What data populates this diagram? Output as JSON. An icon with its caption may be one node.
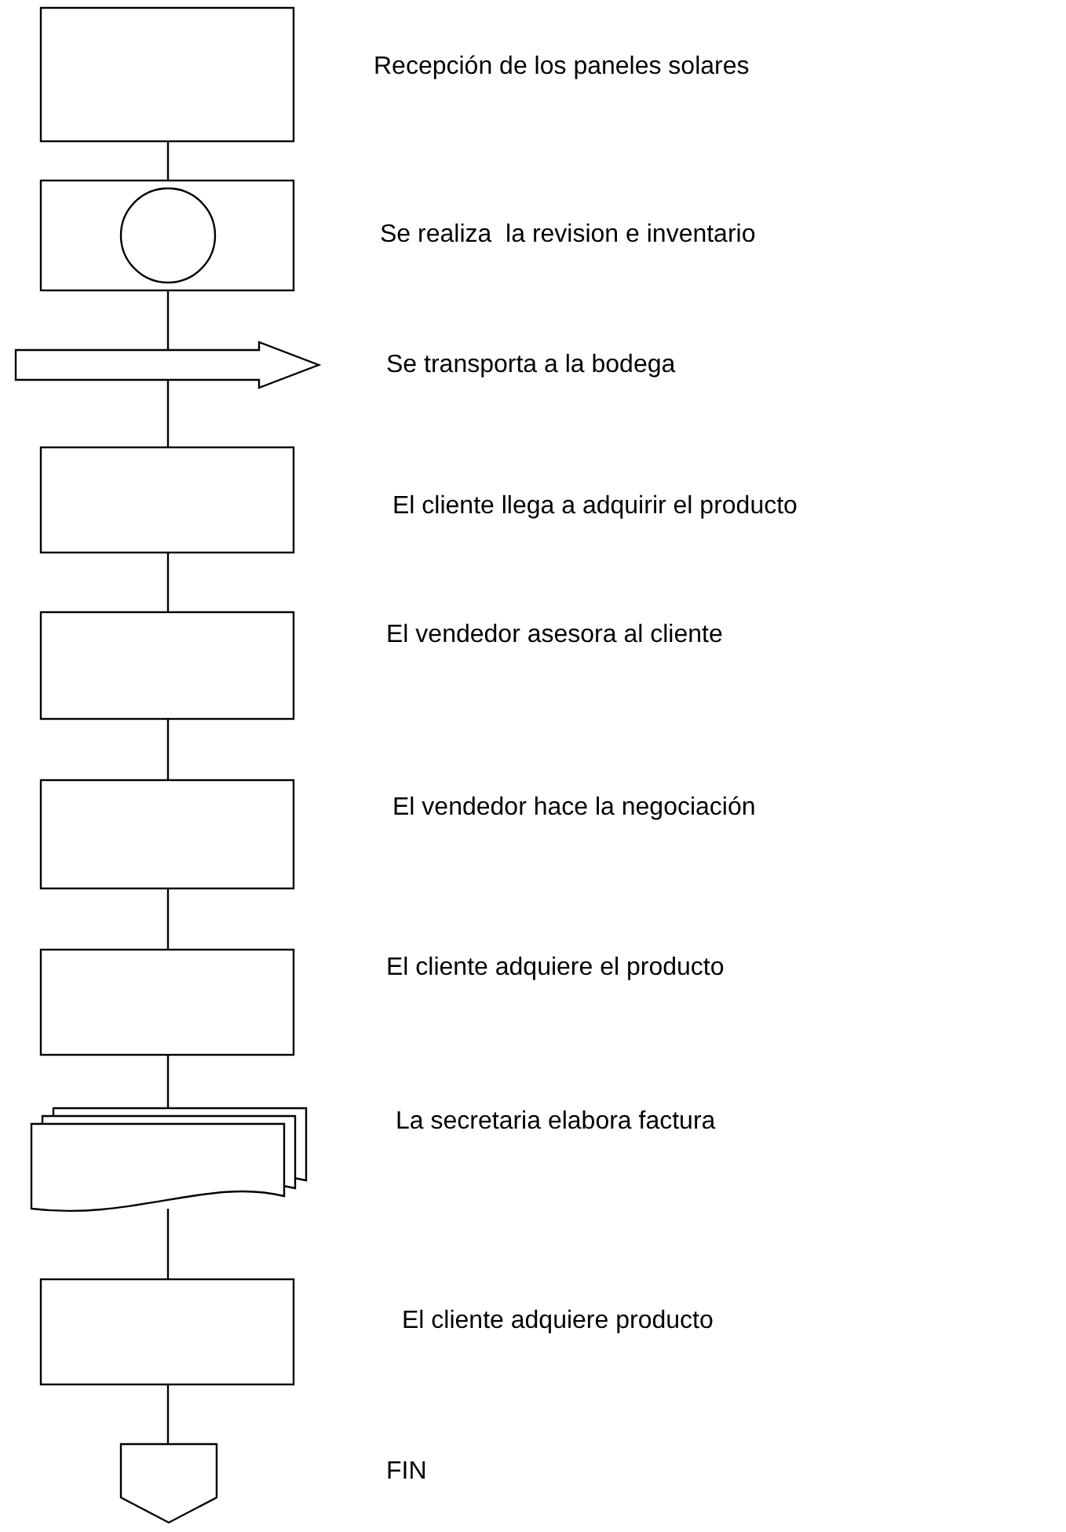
{
  "diagram": {
    "nodes": [
      {
        "text": [],
        "shape": "box",
        "beside": [
          "Recepción de los paneles solares"
        ]
      },
      {
        "text": [],
        "shape": "box",
        "beside": [
          "Se realiza  la revision e inventario"
        ]
      },
      {
        "text": [],
        "shape": "circle",
        "in": 1
      },
      {
        "text": [],
        "shape": "arrow",
        "beside": [
          "Se transporta a la bodega"
        ]
      },
      {
        "text": [],
        "shape": "box",
        "beside": [
          "El cliente llega a adquirir el producto"
        ]
      },
      {
        "text": [],
        "shape": "box",
        "beside": [
          "El vendedor asesora al cliente"
        ]
      },
      {
        "text": [],
        "shape": "box",
        "beside": [
          "El vendedor hace la negociación"
        ]
      },
      {
        "text": [],
        "shape": "box",
        "beside": [
          "El cliente adquiere el producto"
        ]
      },
      {
        "text": [],
        "shape": "document",
        "beside": [
          "La secretaria elabora factura"
        ]
      },
      {
        "text": [],
        "shape": "box"
      },
      {
        "text": [],
        "shape": "pentagon"
      }
    ],
    "labels": [
      "El cliente adquiere producto",
      "FIN"
    ],
    "edges": [
      {
        "from": 0,
        "to": 1,
        "arrow": "none"
      },
      {
        "from": 1,
        "to": 3,
        "arrow": "none"
      },
      {
        "from": 3,
        "to": 4,
        "arrow": "none"
      },
      {
        "from": 4,
        "to": 5,
        "arrow": "none"
      },
      {
        "from": 5,
        "to": 6,
        "arrow": "none"
      },
      {
        "from": 6,
        "to": 7,
        "arrow": "none"
      },
      {
        "from": 7,
        "to": 8,
        "arrow": "none"
      },
      {
        "from": 8,
        "to": 9,
        "arrow": "none"
      },
      {
        "from": 9,
        "to": 10,
        "arrow": "none"
      }
    ]
  }
}
